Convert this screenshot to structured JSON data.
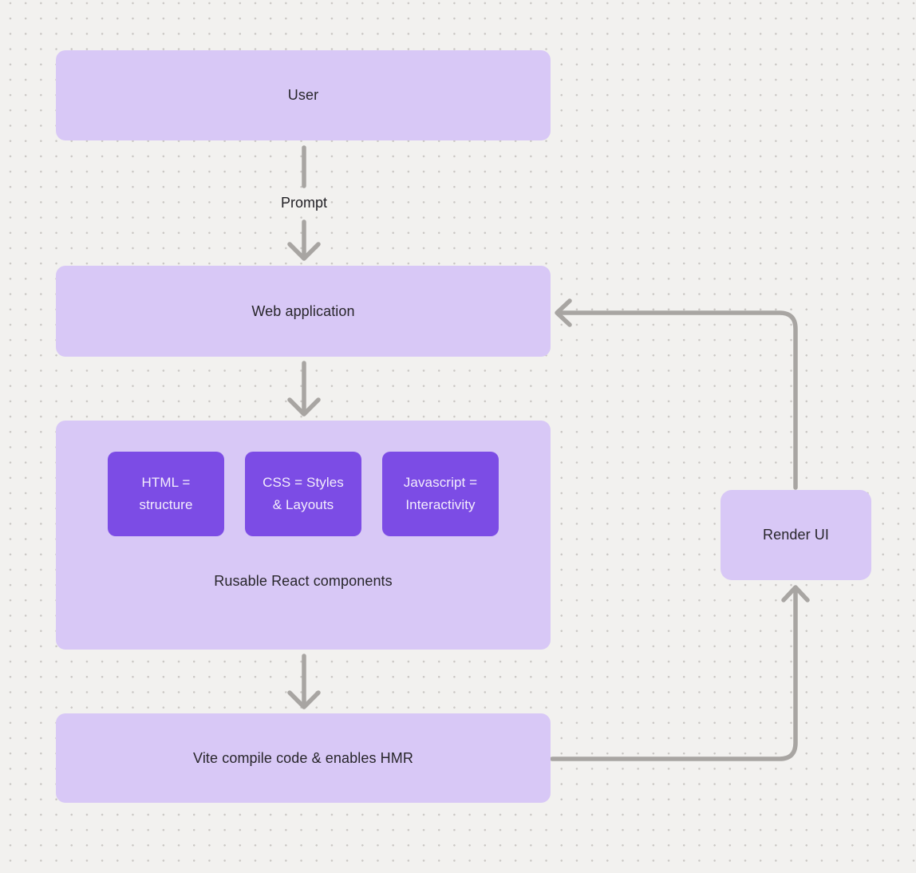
{
  "colors": {
    "background": "#f2f1ef",
    "dot_grid": "#c9c6c3",
    "node_fill": "#d8c8f6",
    "accent_fill": "#7c4ce5",
    "accent_text": "#f3edfc",
    "node_text": "#28262b",
    "connector": "#a8a5a2"
  },
  "nodes": {
    "user": {
      "label": "User"
    },
    "web_application": {
      "label": "Web application"
    },
    "components": {
      "caption": "Rusable React components",
      "items": [
        {
          "line1": "HTML =",
          "line2": "structure"
        },
        {
          "line1": "CSS = Styles",
          "line2": "& Layouts"
        },
        {
          "line1": "Javascript =",
          "line2": "Interactivity"
        }
      ]
    },
    "vite": {
      "label": "Vite compile code & enables HMR"
    },
    "render_ui": {
      "label": "Render UI"
    }
  },
  "edges": {
    "prompt_label": "Prompt"
  }
}
